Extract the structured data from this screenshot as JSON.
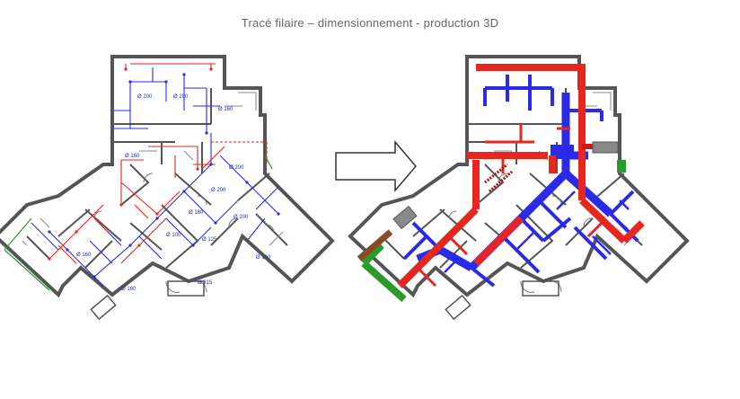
{
  "title": "Tracé filaire – dimensionnement  - production 3D",
  "colors": {
    "wall": "#555555",
    "supply_red": "#e8261e",
    "extract_blue": "#2a2ae8",
    "fresh_green": "#2a9a2a",
    "exhaust_brown": "#8a4a2a",
    "grey_duct": "#888888",
    "arrow_outline": "#333333"
  },
  "left_plan": {
    "labels": [
      "Ø 200",
      "Ø 200",
      "Ø 160",
      "Ø 160",
      "Ø 200",
      "Ø 200",
      "Ø 200",
      "Ø 160",
      "Ø 125",
      "Ø 100",
      "Ø 315",
      "Ø 160",
      "Ø 160",
      "Ø 160"
    ]
  },
  "arrow": {
    "icon": "right-arrow-icon"
  }
}
